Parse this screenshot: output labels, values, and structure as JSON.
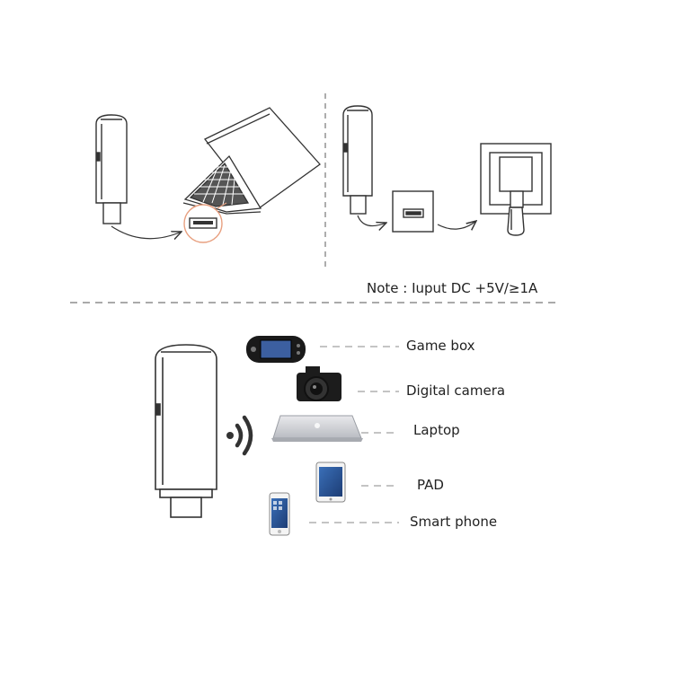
{
  "note": "Note : Iuput DC +5V/≥1A",
  "devices": [
    {
      "label": "Game box",
      "icon": "game-console-icon"
    },
    {
      "label": "Digital camera",
      "icon": "camera-icon"
    },
    {
      "label": "Laptop",
      "icon": "laptop-icon"
    },
    {
      "label": "PAD",
      "icon": "tablet-icon"
    },
    {
      "label": "Smart phone",
      "icon": "smartphone-icon"
    }
  ],
  "colors": {
    "line": "#333333",
    "dash": "#888888",
    "highlight": "#e8a080",
    "text": "#222222"
  }
}
